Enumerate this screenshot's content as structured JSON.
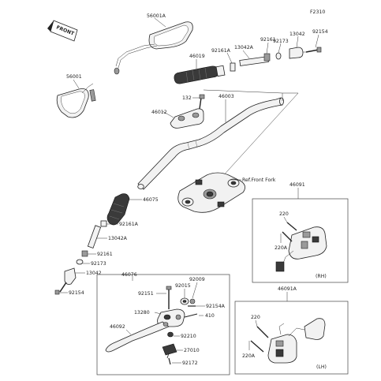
{
  "figure_code": "F2310",
  "front_label": "FRONT",
  "labels": {
    "p56001A": "56001A",
    "p56001": "56001",
    "p46019": "46019",
    "p92161A_top": "92161A",
    "p13042A_top": "13042A",
    "p92161_top": "92161",
    "p92173_top": "92173",
    "p13042_top": "13042",
    "p92154_top": "92154",
    "p132": "132",
    "p46003": "46003",
    "p46012": "46012",
    "ref_front_fork": "Ref.Front Fork",
    "p46075": "46075",
    "p92161A_low": "92161A",
    "p13042A_low": "13042A",
    "p92161_low": "92161",
    "p92173_low": "92173",
    "p13042_low": "13042",
    "p92154_low": "92154",
    "p46091": "46091",
    "p220_rh": "220",
    "p220A_rh": "220A",
    "rh": "(RH)",
    "p46076": "46076",
    "p92151": "92151",
    "p92015": "92015",
    "p92009": "92009",
    "p92154A": "92154A",
    "p13280": "13280",
    "p410": "410",
    "p46092": "46092",
    "p92210": "92210",
    "p27010": "27010",
    "p92172": "92172",
    "p46091A": "46091A",
    "p220_lh": "220",
    "p220A_lh": "220A",
    "lh": "(LH)"
  },
  "colors": {
    "ink": "#222222",
    "part_fill": "#f2f2f2",
    "rubber": "#3a3a3a",
    "metal": "#9a9a9a"
  }
}
